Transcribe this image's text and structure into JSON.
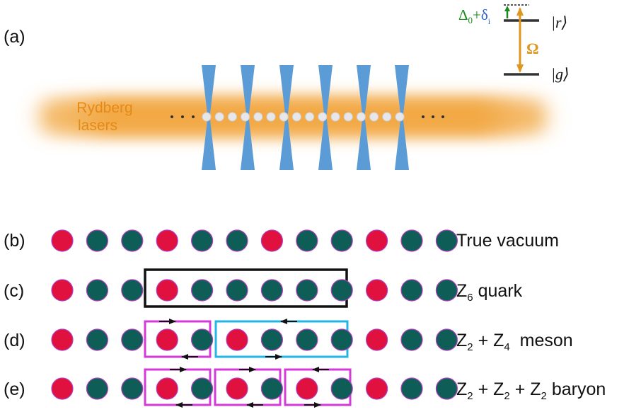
{
  "panel_labels": {
    "a": "(a)",
    "b": "(b)",
    "c": "(c)",
    "d": "(d)",
    "e": "(e)"
  },
  "laser_label": {
    "line1": "Rydberg",
    "line2": "lasers"
  },
  "level_scheme": {
    "delta0": "Δ",
    "delta0_sub": "0",
    "plus": "+",
    "delta_i": "δ",
    "delta_i_sub": "i",
    "rydberg_state": "|r⟩",
    "ground_state": "|g⟩",
    "rabi": "Ω"
  },
  "rows": {
    "b": {
      "label": "True vacuum",
      "pattern": [
        "R",
        "G",
        "G",
        "R",
        "G",
        "G",
        "R",
        "G",
        "G",
        "R",
        "G",
        "G"
      ]
    },
    "c": {
      "label_base": "Z",
      "label_sub": "6",
      "label_rest": " quark",
      "pattern": [
        "R",
        "G",
        "G",
        "R",
        "G",
        "G",
        "G",
        "G",
        "G",
        "R",
        "G",
        "G"
      ]
    },
    "d": {
      "label_base1": "Z",
      "label_sub1": "2",
      "label_mid": " + ",
      "label_base2": "Z",
      "label_sub2": "4",
      "label_rest": "  meson",
      "pattern": [
        "R",
        "G",
        "G",
        "R",
        "G",
        "R",
        "G",
        "G",
        "G",
        "R",
        "G",
        "G"
      ]
    },
    "e": {
      "label_base1": "Z",
      "label_sub1": "2",
      "label_mid1": " + ",
      "label_base2": "Z",
      "label_sub2": "2",
      "label_mid2": " + ",
      "label_base3": "Z",
      "label_sub3": "2",
      "label_rest": " baryon",
      "pattern": [
        "R",
        "G",
        "G",
        "R",
        "G",
        "R",
        "G",
        "R",
        "G",
        "R",
        "G",
        "G"
      ]
    }
  },
  "colors": {
    "red_atom": "#e0103f",
    "green_atom": "#0e5e57",
    "atom_outline": "#b03fc0",
    "box_black": "#111111",
    "box_cyan": "#21b6e6",
    "box_magenta": "#d33ad8",
    "laser_orange": "#f0a033",
    "tweezer_blue": "#5b9bd6",
    "level_green": "#1d8a1d",
    "level_blue": "#2a5fd0",
    "omega_orange": "#e0961c"
  }
}
